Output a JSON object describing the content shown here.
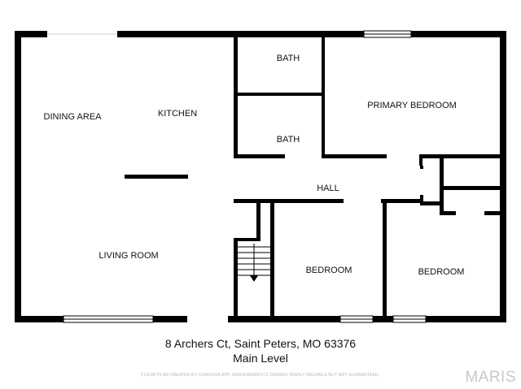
{
  "rooms": {
    "dining_area": "DINING AREA",
    "kitchen": "KITCHEN",
    "living_room": "LIVING ROOM",
    "bath_upper": "BATH",
    "bath_lower": "BATH",
    "primary_bedroom": "PRIMARY BEDROOM",
    "hall": "HALL",
    "bedroom_left": "BEDROOM",
    "bedroom_right": "BEDROOM"
  },
  "caption": {
    "address": "8 Archers Ct, Saint Peters, MO 63376",
    "level": "Main Level",
    "disclaimer": "FLOOR PLAN CREATED BY CUBICASA APP. MEASUREMENTS DEEMED HIGHLY RELIABLE BUT NOT GUARANTEED."
  },
  "watermark": "MARIS",
  "colors": {
    "wall": "#000000",
    "window": "#ffffff",
    "label": "#111111"
  }
}
